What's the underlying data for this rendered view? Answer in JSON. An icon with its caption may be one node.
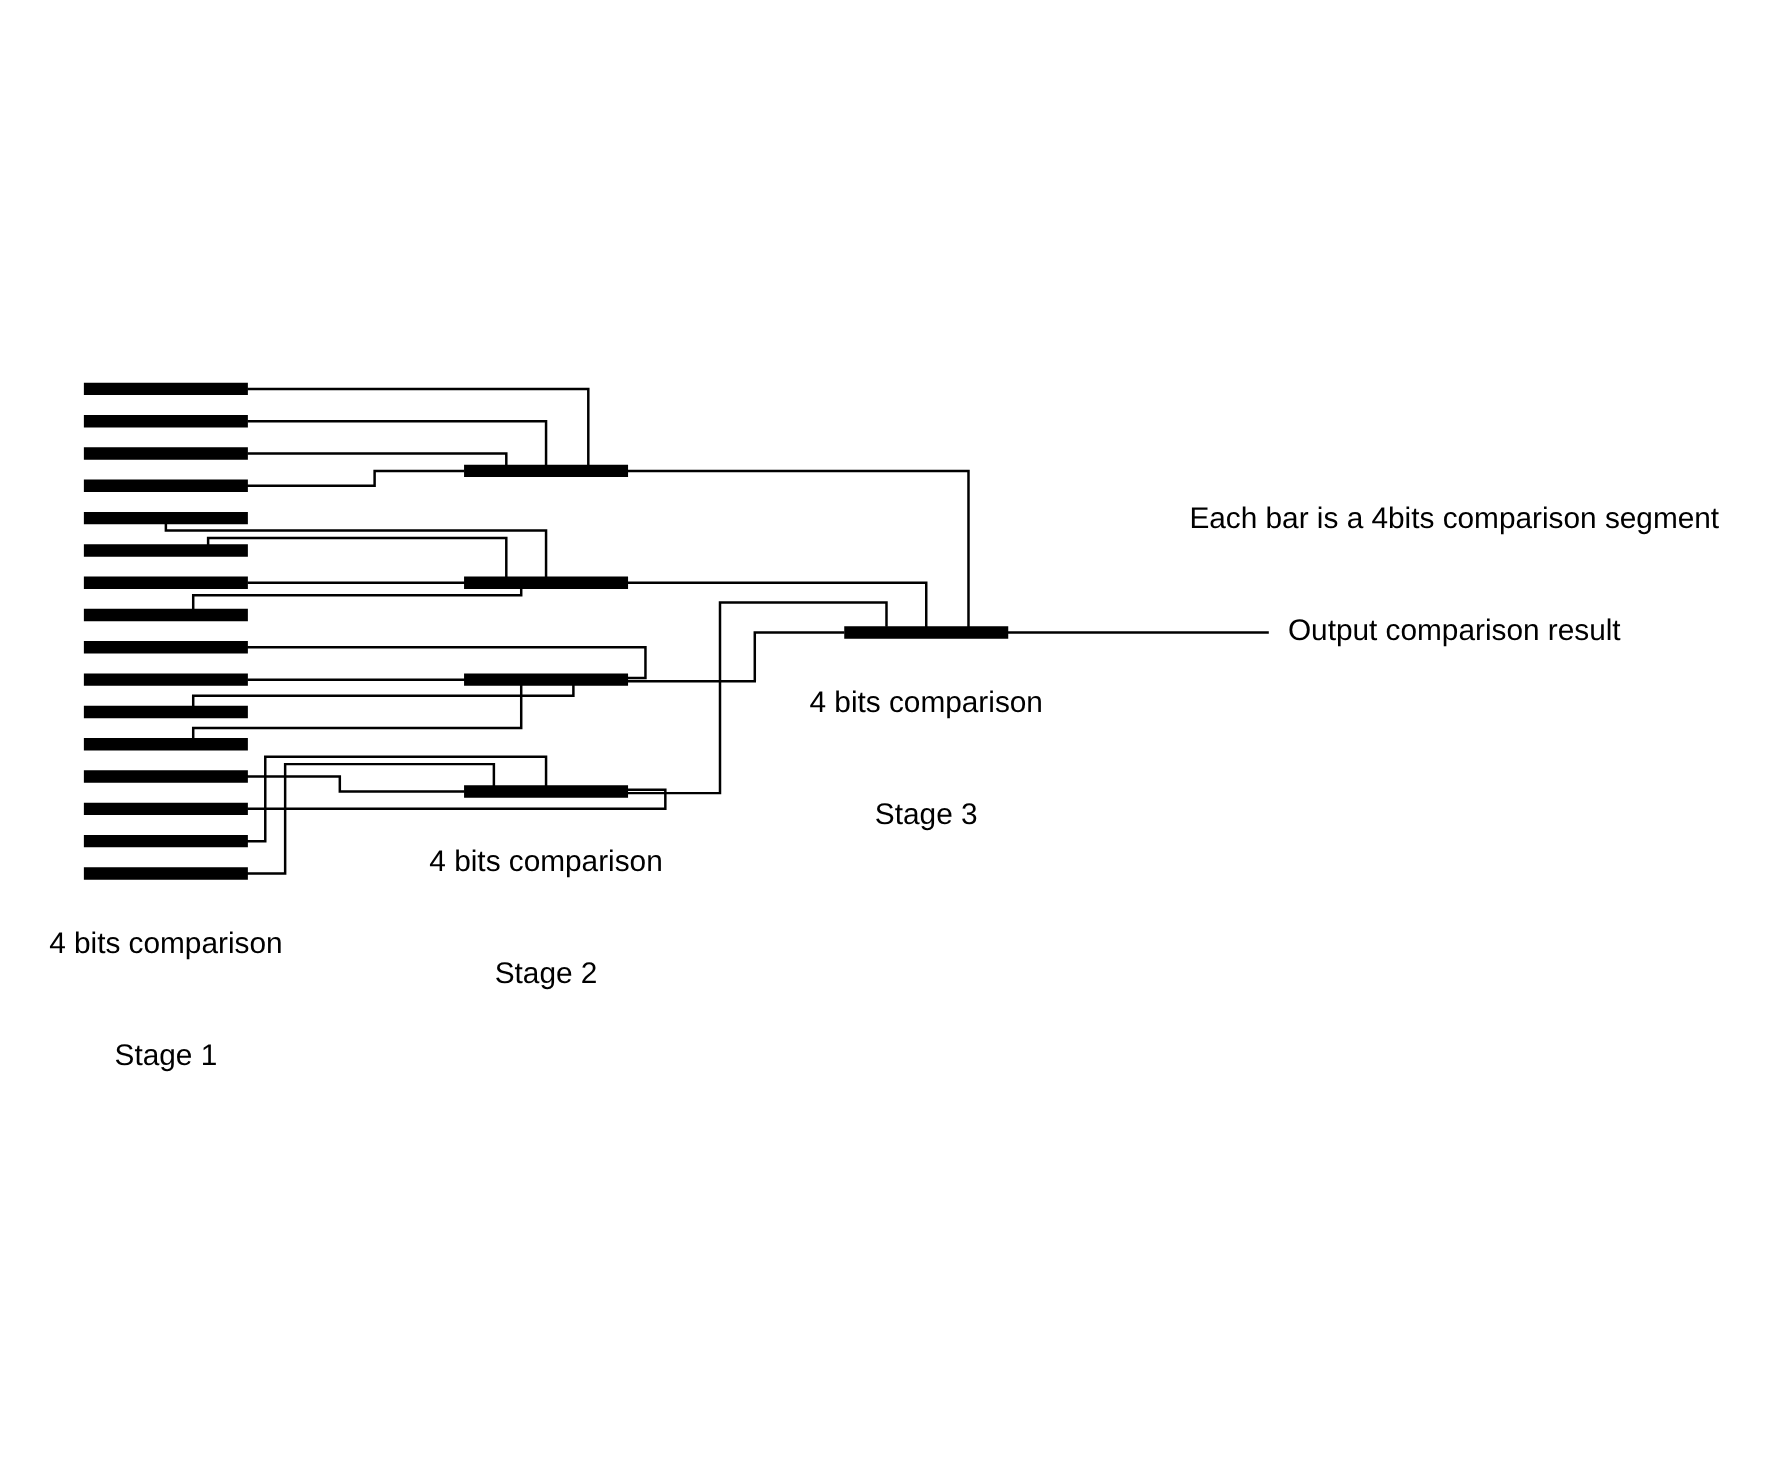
{
  "diagram": {
    "nodes": [
      {
        "text": [],
        "shape": "bar"
      },
      {
        "text": [],
        "shape": "bar"
      },
      {
        "text": [],
        "shape": "bar"
      },
      {
        "text": [],
        "shape": "bar"
      },
      {
        "text": [],
        "shape": "bar"
      },
      {
        "text": [],
        "shape": "bar"
      },
      {
        "text": [],
        "shape": "bar"
      },
      {
        "text": [],
        "shape": "bar"
      },
      {
        "text": [],
        "shape": "bar"
      },
      {
        "text": [],
        "shape": "bar"
      },
      {
        "text": [],
        "shape": "bar"
      },
      {
        "text": [],
        "shape": "bar"
      },
      {
        "text": [],
        "shape": "bar"
      },
      {
        "text": [],
        "shape": "bar"
      },
      {
        "text": [],
        "shape": "bar"
      },
      {
        "text": [],
        "shape": "bar"
      },
      {
        "text": [],
        "shape": "bar"
      },
      {
        "text": [],
        "shape": "bar"
      },
      {
        "text": [],
        "shape": "bar"
      },
      {
        "text": [],
        "shape": "bar"
      },
      {
        "text": [],
        "shape": "bar"
      },
      {
        "text": [
          "Output comparison result"
        ]
      }
    ],
    "edges": [
      {
        "from": 0,
        "to": 16,
        "arrow": "none"
      },
      {
        "from": 1,
        "to": 16,
        "arrow": "none"
      },
      {
        "from": 2,
        "to": 16,
        "arrow": "none"
      },
      {
        "from": 3,
        "to": 16,
        "arrow": "none"
      },
      {
        "from": 4,
        "to": 17,
        "arrow": "none"
      },
      {
        "from": 5,
        "to": 17,
        "arrow": "none"
      },
      {
        "from": 6,
        "to": 17,
        "arrow": "none"
      },
      {
        "from": 7,
        "to": 17,
        "arrow": "none"
      },
      {
        "from": 8,
        "to": 18,
        "arrow": "none"
      },
      {
        "from": 9,
        "to": 18,
        "arrow": "none"
      },
      {
        "from": 10,
        "to": 18,
        "arrow": "none"
      },
      {
        "from": 11,
        "to": 18,
        "arrow": "none"
      },
      {
        "from": 12,
        "to": 19,
        "arrow": "none"
      },
      {
        "from": 13,
        "to": 19,
        "arrow": "none"
      },
      {
        "from": 14,
        "to": 19,
        "arrow": "none"
      },
      {
        "from": 15,
        "to": 19,
        "arrow": "none"
      },
      {
        "from": 16,
        "to": 20,
        "arrow": "none"
      },
      {
        "from": 17,
        "to": 20,
        "arrow": "none"
      },
      {
        "from": 18,
        "to": 20,
        "arrow": "none"
      },
      {
        "from": 19,
        "to": 20,
        "arrow": "none"
      },
      {
        "from": 20,
        "to": 21,
        "arrow": "none"
      }
    ],
    "labels": [
      "Each bar is a 4bits comparison segment",
      "4 bits comparison",
      "4 bits comparison",
      "4 bits comparison",
      "Stage 1",
      "Stage 2",
      "Stage 3"
    ]
  }
}
